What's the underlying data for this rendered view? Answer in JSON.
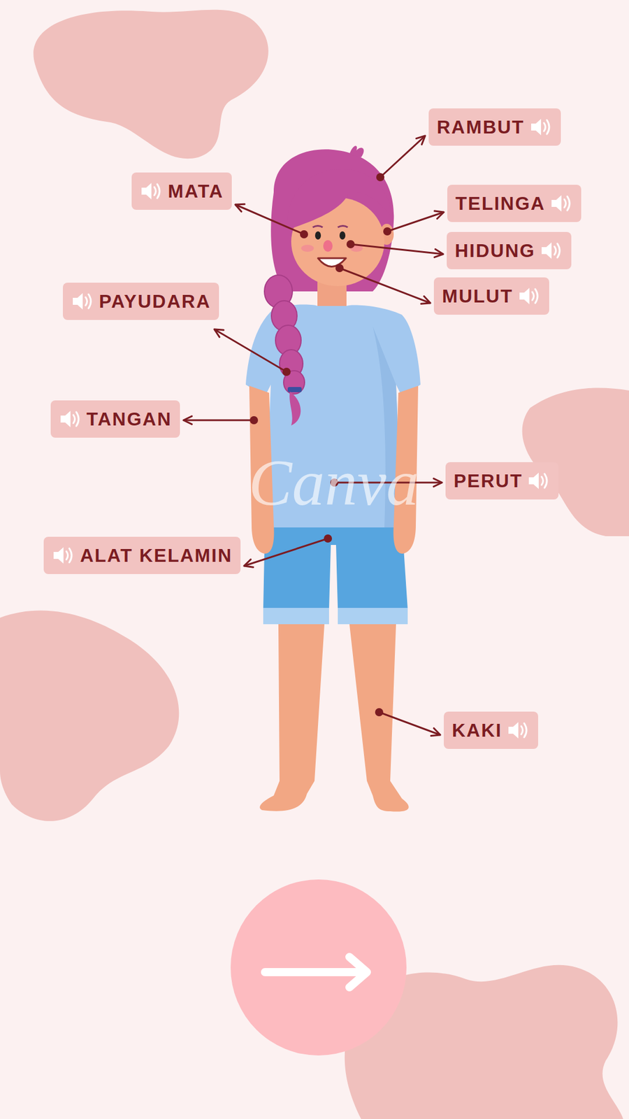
{
  "diagram": {
    "nodes": [
      {
        "text": [
          "RAMBUT"
        ]
      },
      {
        "text": [
          "MATA"
        ]
      },
      {
        "text": [
          "TELINGA"
        ]
      },
      {
        "text": [
          "HIDUNG"
        ]
      },
      {
        "text": [
          "MULUT"
        ]
      },
      {
        "text": [
          "PAYUDARA"
        ]
      },
      {
        "text": [
          "TANGAN"
        ]
      },
      {
        "text": [
          "PERUT"
        ]
      },
      {
        "text": [
          "ALAT KELAMIN"
        ]
      },
      {
        "text": [
          "KAKI"
        ]
      }
    ],
    "labels": [
      "Canva"
    ]
  }
}
